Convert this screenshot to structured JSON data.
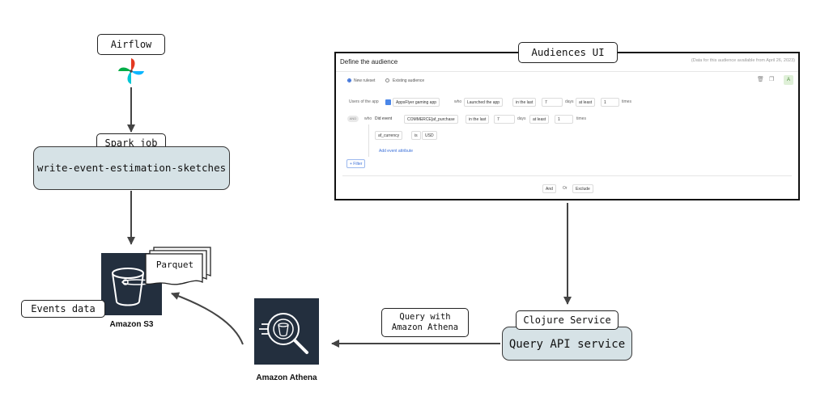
{
  "labels": {
    "airflow": "Airflow",
    "spark_job": "Spark job",
    "write_sketches": "write-event-estimation-sketches",
    "parquet": "Parquet",
    "events_data": "Events data",
    "amazon_s3": "Amazon S3",
    "amazon_athena": "Amazon Athena",
    "query_with_line1": "Query with",
    "query_with_line2": "Amazon Athena",
    "clojure_service": "Clojure Service",
    "query_api_service": "Query API service",
    "audiences_ui": "Audiences UI"
  },
  "ui": {
    "title": "Define the audience",
    "availability": "(Data for this audience available from April 26, 2023)",
    "new_ruleset": "New ruleset",
    "existing_audience": "Existing audience",
    "avatar": "A",
    "row1": {
      "prefix": "Users of the app",
      "app": "AppsFlyer gaming app",
      "who": "who",
      "action": "Launched the app",
      "in_the_last": "in the last",
      "days_value": "7",
      "days": "days",
      "at_least": "at least",
      "times_value": "1",
      "times": "times"
    },
    "row2": {
      "and_badge": "AND",
      "who": "who",
      "did_event": "Did event",
      "event_name": "COMMERCE[af_purchase",
      "in_the_last": "in the last",
      "days_value": "7",
      "days": "days",
      "at_least": "at least",
      "times_value": "1",
      "times": "times"
    },
    "attribute": {
      "name": "af_currency",
      "operator": "is",
      "value": "USD"
    },
    "add_event_attribute": "Add event attribute",
    "filter": "+ Filter",
    "and": "And",
    "or": "Or",
    "exclude": "Exclude"
  },
  "colors": {
    "service_fill": "#d6e2e6",
    "aws_dark": "#232f3e",
    "accent_blue": "#3a6fd8"
  }
}
